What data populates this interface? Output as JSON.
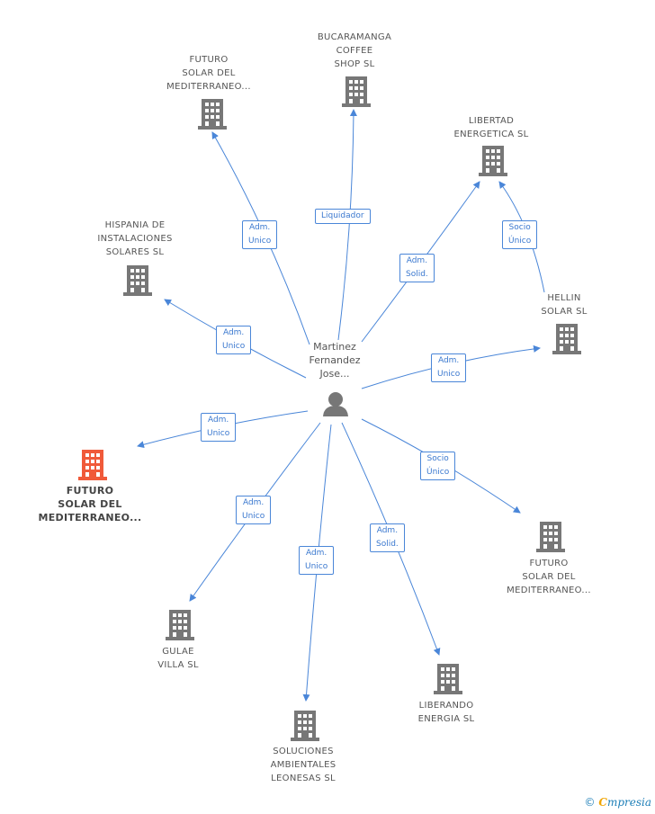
{
  "center": {
    "label": [
      "Martinez",
      "Fernandez",
      "Jose..."
    ]
  },
  "nodes": [
    {
      "id": "futuro-top",
      "lines": [
        "FUTURO",
        "SOLAR DEL",
        "MEDITERRANEO..."
      ]
    },
    {
      "id": "bucaramanga",
      "lines": [
        "BUCARAMANGA",
        "COFFEE",
        "SHOP SL"
      ]
    },
    {
      "id": "libertad",
      "lines": [
        "LIBERTAD",
        "ENERGETICA SL"
      ]
    },
    {
      "id": "hispania",
      "lines": [
        "HISPANIA DE",
        "INSTALACIONES",
        "SOLARES SL"
      ]
    },
    {
      "id": "hellin",
      "lines": [
        "HELLIN",
        "SOLAR SL"
      ]
    },
    {
      "id": "futuro-main",
      "lines": [
        "FUTURO",
        "SOLAR DEL",
        "MEDITERRANEO..."
      ],
      "highlight": true
    },
    {
      "id": "futuro-right",
      "lines": [
        "FUTURO",
        "SOLAR DEL",
        "MEDITERRANEO..."
      ]
    },
    {
      "id": "gulae",
      "lines": [
        "GULAE",
        "VILLA SL"
      ]
    },
    {
      "id": "liberando",
      "lines": [
        "LIBERANDO",
        "ENERGIA SL"
      ]
    },
    {
      "id": "soluciones",
      "lines": [
        "SOLUCIONES",
        "AMBIENTALES",
        "LEONESAS SL"
      ]
    }
  ],
  "edge_labels": [
    {
      "id": "e-futuro-top",
      "lines": [
        "Adm.",
        "Unico"
      ]
    },
    {
      "id": "e-bucaramanga",
      "lines": [
        "Liquidador"
      ]
    },
    {
      "id": "e-libertad",
      "lines": [
        "Adm.",
        "Solid."
      ]
    },
    {
      "id": "e-hellin-libertad",
      "lines": [
        "Socio",
        "Único"
      ]
    },
    {
      "id": "e-hispania",
      "lines": [
        "Adm.",
        "Unico"
      ]
    },
    {
      "id": "e-hellin",
      "lines": [
        "Adm.",
        "Unico"
      ]
    },
    {
      "id": "e-futuro-main",
      "lines": [
        "Adm.",
        "Unico"
      ]
    },
    {
      "id": "e-futuro-right",
      "lines": [
        "Socio",
        "Único"
      ]
    },
    {
      "id": "e-gulae",
      "lines": [
        "Adm.",
        "Unico"
      ]
    },
    {
      "id": "e-soluciones",
      "lines": [
        "Adm.",
        "Unico"
      ]
    },
    {
      "id": "e-liberando",
      "lines": [
        "Adm.",
        "Solid."
      ]
    }
  ],
  "colors": {
    "edge": "#4a86d8",
    "building": "#777777",
    "building_highlight": "#f05a3a",
    "person": "#777777"
  },
  "footer": {
    "copyright": "©",
    "brand_first": "C",
    "brand_rest": "mpresia"
  }
}
